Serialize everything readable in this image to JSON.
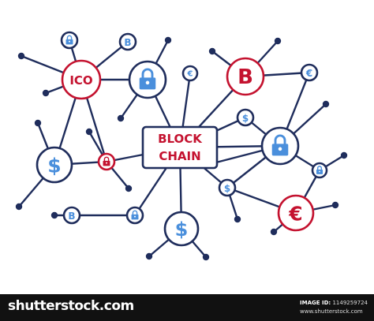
{
  "diagram": {
    "center_label": [
      "BLOCK",
      "CHAIN"
    ],
    "ico_label": "ICO",
    "symbols": {
      "bitcoin": "B",
      "dollar": "$",
      "euro": "€"
    },
    "colors": {
      "navy": "#1f2d5c",
      "red": "#c4122f",
      "icon_blue": "#4a8fdc"
    }
  },
  "footer": {
    "brand": "shutterstock.com",
    "image_id_label": "IMAGE ID:",
    "image_id": "1149259724",
    "domain": "www.shutterstock.com"
  }
}
